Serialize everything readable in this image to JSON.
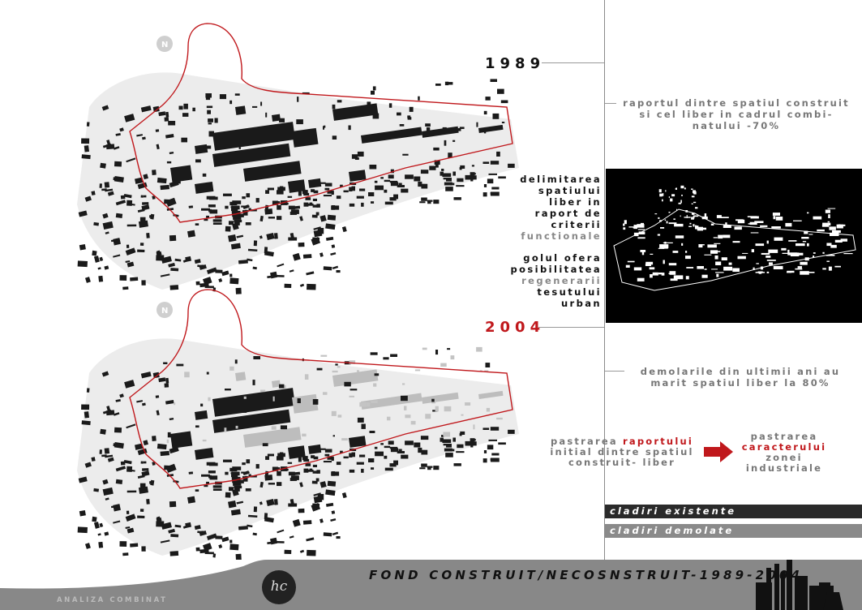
{
  "years": {
    "y1989": "1989",
    "y2004": "2004"
  },
  "notes": {
    "ratio_line1": "raportul dintre spatiul construit",
    "ratio_line2": "si cel liber in cadrul combi-",
    "ratio_line3": "natului -70%",
    "demol_line1": "demolarile din ultimii ani au",
    "demol_line2": "marit spatiul liber la 80%"
  },
  "delimitation": {
    "l1": "delimitarea",
    "l2": "spatiului",
    "l3": "liber in",
    "l4": "raport de",
    "l5": "criterii",
    "l6": "functionale"
  },
  "gol": {
    "l1": "golul ofera",
    "l2": "posibilitatea",
    "l3": "regenerarii",
    "l4": "tesutului",
    "l5": "urban"
  },
  "keep_ratio": {
    "prefix": "pastrarea ",
    "highlight": "raportului",
    "l2": "initial dintre spatiul",
    "l3": "construit- liber"
  },
  "keep_char": {
    "l1": "pastrarea",
    "highlight": "caracterului",
    "l3": "zonei",
    "l4": "industriale"
  },
  "legend": {
    "existing": "cladiri existente",
    "demolished": "cladiri demolate"
  },
  "footer": {
    "title": "FOND CONSTRUIT/NECOSNSTRUIT-1989-2004",
    "left": "ANALIZA COMBINAT",
    "logo": "hc"
  },
  "compass": "N",
  "colors": {
    "accent": "#c0181c",
    "dark": "#111111",
    "existing_legend": "#2a2a2a",
    "demolished_legend": "#8a8a8a",
    "footer_bg": "#888888"
  }
}
